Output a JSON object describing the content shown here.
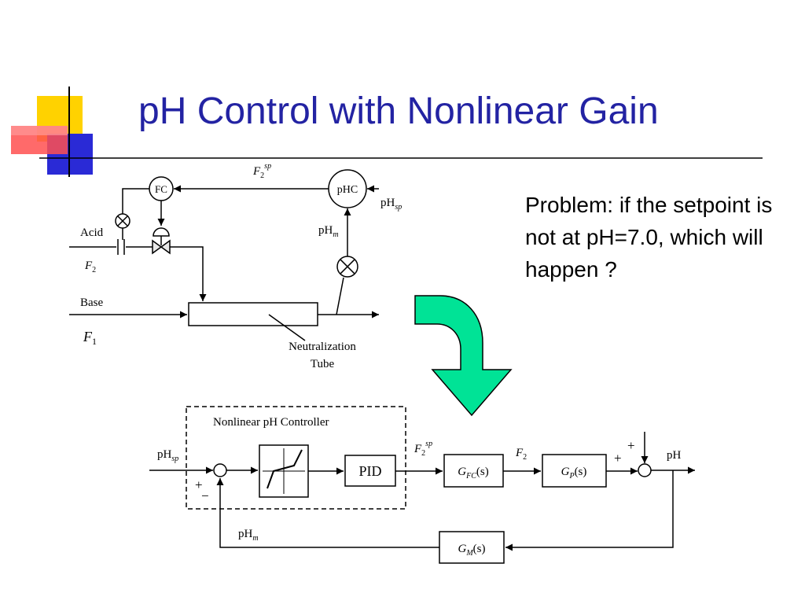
{
  "slide": {
    "title": "pH Control with Nonlinear Gain",
    "problem_text": "Problem: if the setpoint is not at pH=7.0, which will happen ?"
  },
  "colors": {
    "title": "#2323a3",
    "arrow_fill": "#00e396",
    "deco_yellow": "#ffd200",
    "deco_blue": "#2a2ad6",
    "deco_red": "#ff3030"
  },
  "process_diagram": {
    "fc": "FC",
    "phc": "pHC",
    "f2sp_main": "F",
    "f2sp_sub": "2",
    "f2sp_sup": "sp",
    "phsp_main": "pH",
    "phsp_sub": "sp",
    "phm_main": "pH",
    "phm_sub": "m",
    "acid": "Acid",
    "f2_main": "F",
    "f2_sub": "2",
    "base": "Base",
    "f1_main": "F",
    "f1_sub": "1",
    "tube_line1": "Neutralization",
    "tube_line2": "Tube"
  },
  "block_diagram": {
    "controller_label": "Nonlinear pH Controller",
    "phsp_main": "pH",
    "phsp_sub": "sp",
    "plus_left": "+",
    "minus_left": "−",
    "pid": "PID",
    "f2sp_main": "F",
    "f2sp_sub": "2",
    "f2sp_sup": "sp",
    "gfc_main": "G",
    "gfc_sub": "FC",
    "gfc_arg": "(s)",
    "f2_main": "F",
    "f2_sub": "2",
    "gp_main": "G",
    "gp_sub": "P",
    "gp_arg": "(s)",
    "plus_top": "+",
    "plus_right": "+",
    "ph_out": "pH",
    "phm_main": "pH",
    "phm_sub": "m",
    "gm_main": "G",
    "gm_sub": "M",
    "gm_arg": "(s)"
  }
}
